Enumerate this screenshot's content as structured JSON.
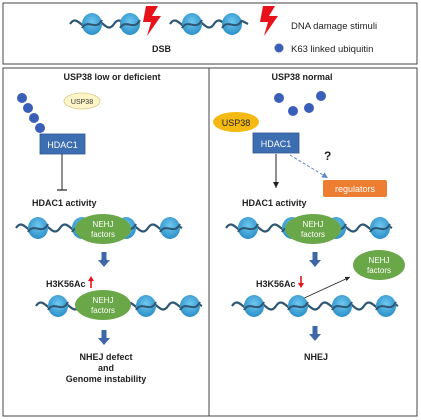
{
  "header": {
    "dsb_label": "DSB",
    "damage_label": "DNA damage stimuli",
    "ubiquitin_label": "K63 linked ubiquitin"
  },
  "left_panel": {
    "title": "USP38 low or deficient",
    "usp38_label": "USP38",
    "hdac1_label": "HDAC1",
    "activity_label": "HDAC1 activity",
    "nehj_label_line1": "NEHJ",
    "nehj_label_line2": "factors",
    "h3k56_label": "H3K56Ac",
    "nehj2_label_line1": "NEHJ",
    "nehj2_label_line2": "factors",
    "outcome_line1": "NHEJ defect",
    "outcome_line2": "and",
    "outcome_line3": "Genome instability"
  },
  "right_panel": {
    "title": "USP38 normal",
    "usp38_label": "USP38",
    "hdac1_label": "HDAC1",
    "question_mark": "?",
    "regulators_label": "regulators",
    "activity_label": "HDAC1 activity",
    "nehj_label_line1": "NEHJ",
    "nehj_label_line2": "factors",
    "h3k56_label": "H3K56Ac",
    "nehj_free_line1": "NEHJ",
    "nehj_free_line2": "factors",
    "outcome": "NHEJ"
  },
  "colors": {
    "dna_strand": "#2f5773",
    "nucleosome": "#3aa6dd",
    "ubiquitin": "#3a5fb8",
    "hdac1_box": "#3d6eb2",
    "usp38_low": "#fdf4c8",
    "usp38_normal": "#f5b913",
    "nehj_ellipse": "#6aa748",
    "regulators_box": "#ed7d31",
    "flow_arrow": "#3e67a8",
    "lightning": "#e8131a",
    "up_arrow": "#e8131a"
  }
}
